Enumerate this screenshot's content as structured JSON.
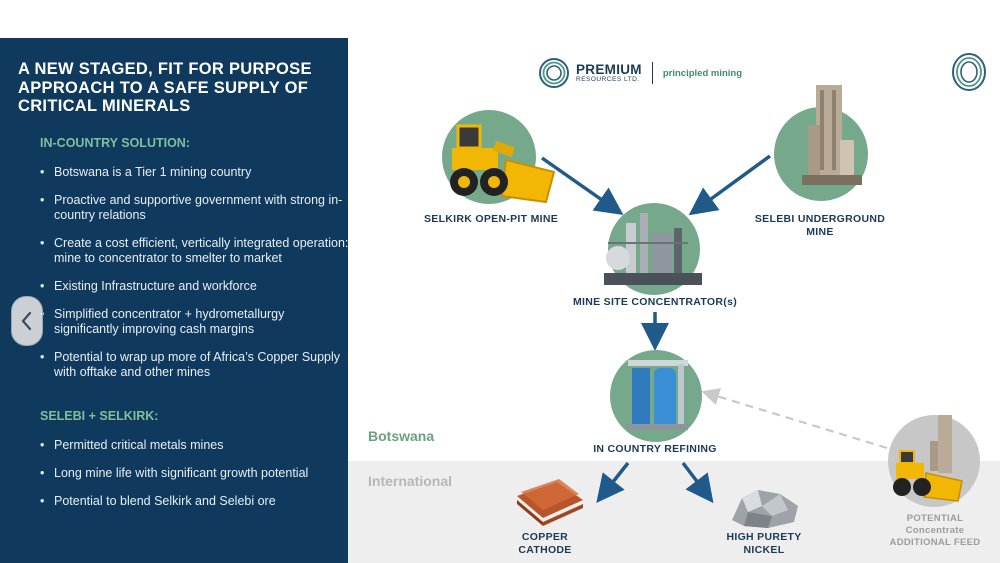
{
  "left_panel": {
    "title": "A NEW STAGED, FIT FOR PURPOSE APPROACH TO A SAFE SUPPLY OF CRITICAL MINERALS",
    "section1_heading": "IN-COUNTRY SOLUTION:",
    "section1_bullets": [
      "Botswana is a Tier 1 mining country",
      "Proactive and supportive government with strong in-country relations",
      "Create a cost efficient, vertically integrated operation: mine to concentrator to smelter to market",
      "Existing Infrastructure and workforce",
      "Simplified concentrator + hydrometallurgy significantly improving cash margins",
      "Potential to wrap up more of Africa’s Copper Supply with offtake and other mines"
    ],
    "section2_heading": "SELEBI + SELKIRK:",
    "section2_bullets": [
      "Permitted critical metals mines",
      "Long mine life with significant growth potential",
      "Potential to blend Selkirk and Selebi ore"
    ]
  },
  "logo": {
    "name": "PREMIUM",
    "subname": "RESOURCES LTD.",
    "tagline": "principled mining"
  },
  "diagram": {
    "selkirk_label": "SELKIRK OPEN-PIT MINE",
    "selebi_label_line1": "SELEBI UNDERGROUND",
    "selebi_label_line2": "MINE",
    "concentrator_label": "MINE SITE CONCENTRATOR(s)",
    "refining_label": "IN COUNTRY REFINING",
    "copper_label_line1": "COPPER",
    "copper_label_line2": "CATHODE",
    "nickel_label_line1": "HIGH PURETY",
    "nickel_label_line2": "NICKEL",
    "region_botswana": "Botswana",
    "region_international": "International",
    "potential_line1": "POTENTIAL",
    "potential_line2": "Concentrate",
    "potential_line3": "ADDITIONAL FEED"
  },
  "colors": {
    "panel_bg": "#0f3a5e",
    "accent_green": "#76a98c",
    "arrow_blue": "#1f5a8a",
    "label_navy": "#1d3a55"
  },
  "icons": {
    "nav": "chevron-left-icon",
    "logo": "premium-ring-logo"
  }
}
